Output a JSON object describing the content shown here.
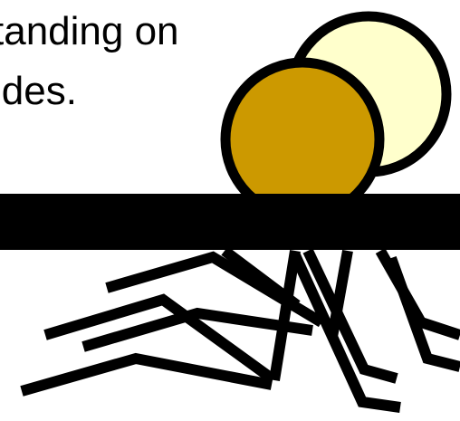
{
  "caption": {
    "line1": "tanding on",
    "line2": "ides."
  },
  "colors": {
    "back_circle_fill": "#FFFFCC",
    "front_circle_fill": "#CC9900",
    "stroke": "#000000",
    "background": "#FFFFFF"
  },
  "icons": {
    "back_circle": "pale-yellow-circle-icon",
    "front_circle": "golden-circle-icon",
    "bar": "black-horizontal-bar",
    "sticks": "scattered-black-sticks"
  }
}
